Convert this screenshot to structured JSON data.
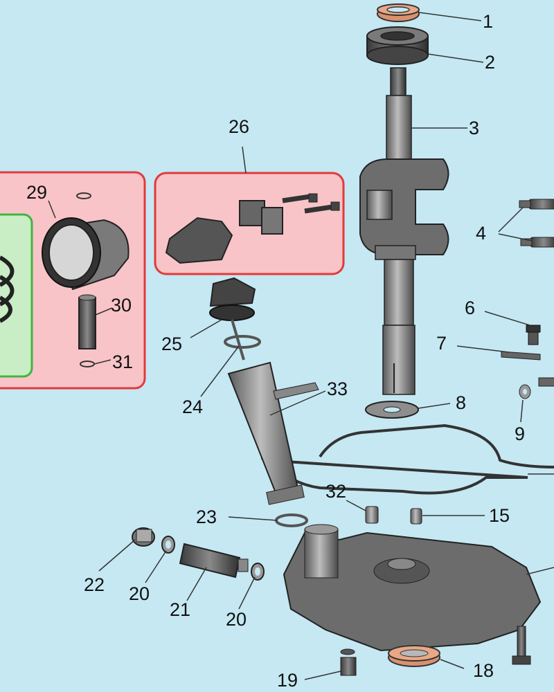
{
  "diagram": {
    "callouts": [
      {
        "id": "n1",
        "text": "1"
      },
      {
        "id": "n2",
        "text": "2"
      },
      {
        "id": "n3",
        "text": "3"
      },
      {
        "id": "n4",
        "text": "4"
      },
      {
        "id": "n6",
        "text": "6"
      },
      {
        "id": "n7",
        "text": "7"
      },
      {
        "id": "n8",
        "text": "8"
      },
      {
        "id": "n9",
        "text": "9"
      },
      {
        "id": "n15",
        "text": "15"
      },
      {
        "id": "n18",
        "text": "18"
      },
      {
        "id": "n19",
        "text": "19"
      },
      {
        "id": "n20a",
        "text": "20"
      },
      {
        "id": "n20b",
        "text": "20"
      },
      {
        "id": "n21",
        "text": "21"
      },
      {
        "id": "n22",
        "text": "22"
      },
      {
        "id": "n23",
        "text": "23"
      },
      {
        "id": "n24",
        "text": "24"
      },
      {
        "id": "n25",
        "text": "25"
      },
      {
        "id": "n26",
        "text": "26"
      },
      {
        "id": "n29",
        "text": "29"
      },
      {
        "id": "n30",
        "text": "30"
      },
      {
        "id": "n31",
        "text": "31"
      },
      {
        "id": "n32",
        "text": "32"
      },
      {
        "id": "n33",
        "text": "33"
      }
    ],
    "colors": {
      "background": "#c5e8f3",
      "piston_group_fill": "#f8c4c8",
      "piston_group_border": "#e23a3a",
      "rod_group_fill": "#f8c4c8",
      "inner_group_fill": "#c9edc4",
      "inner_group_border": "#3fb43f",
      "seal_orange": "#d9916e"
    }
  }
}
